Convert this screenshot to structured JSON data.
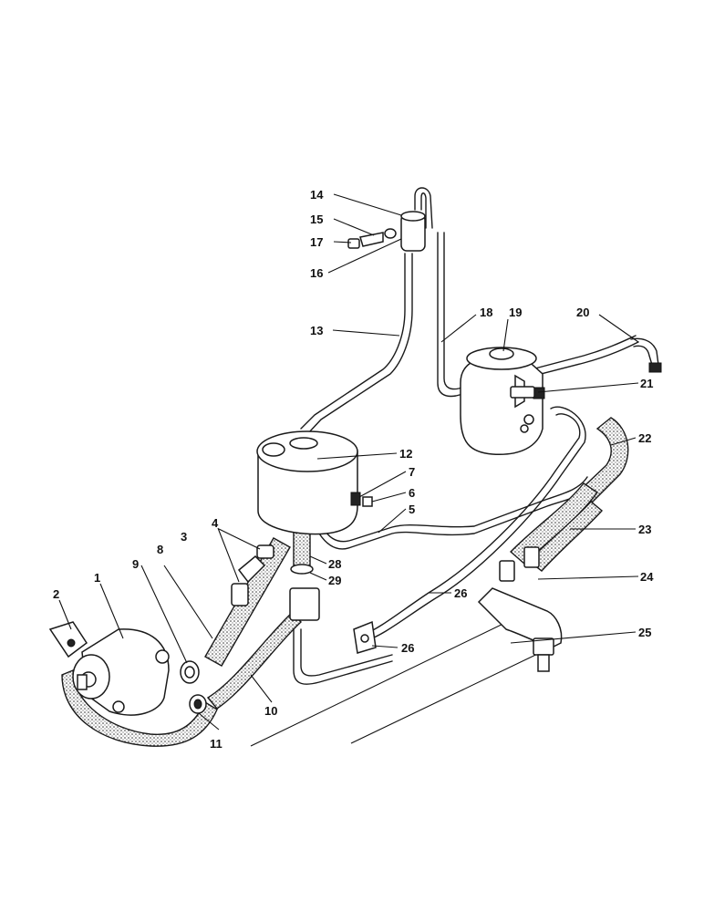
{
  "colors": {
    "ink": "#1a1a1a",
    "paper": "#ffffff"
  },
  "callouts": [
    {
      "id": "1",
      "text": "1"
    },
    {
      "id": "2",
      "text": "2"
    },
    {
      "id": "3",
      "text": "3"
    },
    {
      "id": "4",
      "text": "4"
    },
    {
      "id": "5",
      "text": "5"
    },
    {
      "id": "6",
      "text": "6"
    },
    {
      "id": "7",
      "text": "7"
    },
    {
      "id": "8",
      "text": "8"
    },
    {
      "id": "9",
      "text": "9"
    },
    {
      "id": "10",
      "text": "10"
    },
    {
      "id": "11",
      "text": "11"
    },
    {
      "id": "12",
      "text": "12"
    },
    {
      "id": "13",
      "text": "13"
    },
    {
      "id": "14",
      "text": "14"
    },
    {
      "id": "15",
      "text": "15"
    },
    {
      "id": "16",
      "text": "16"
    },
    {
      "id": "17",
      "text": "17"
    },
    {
      "id": "18",
      "text": "18"
    },
    {
      "id": "19",
      "text": "19"
    },
    {
      "id": "20",
      "text": "20"
    },
    {
      "id": "21",
      "text": "21"
    },
    {
      "id": "22",
      "text": "22"
    },
    {
      "id": "23",
      "text": "23"
    },
    {
      "id": "24",
      "text": "24"
    },
    {
      "id": "25",
      "text": "25"
    },
    {
      "id": "26a",
      "text": "26"
    },
    {
      "id": "26b",
      "text": "26"
    },
    {
      "id": "28",
      "text": "28"
    },
    {
      "id": "29",
      "text": "29"
    }
  ]
}
